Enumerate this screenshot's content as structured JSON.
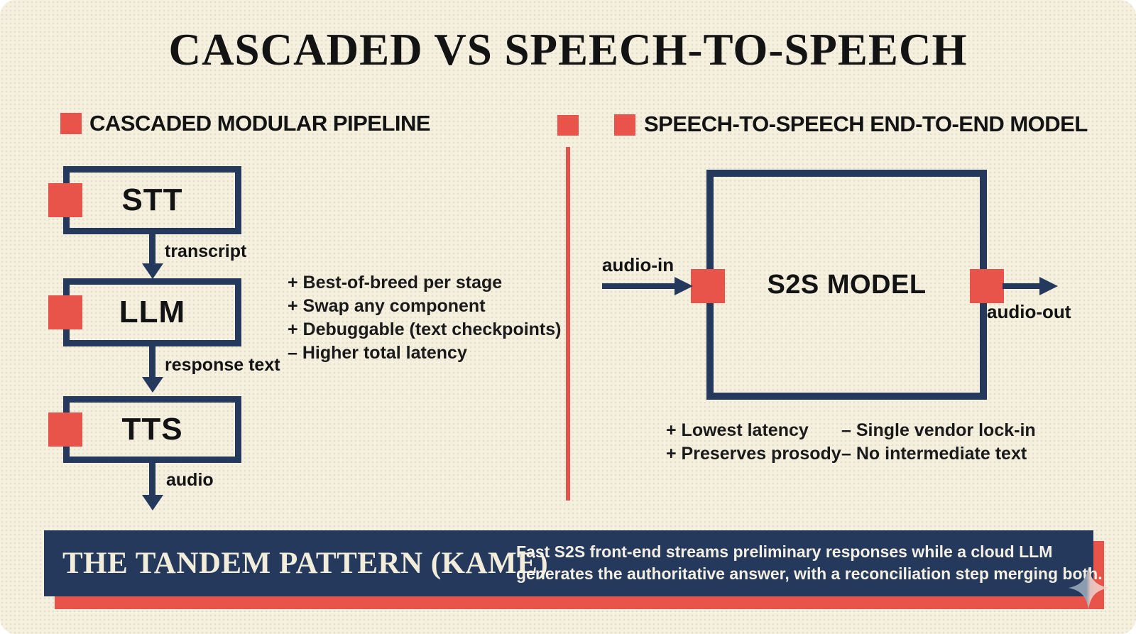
{
  "title": "CASCADED VS SPEECH-TO-SPEECH",
  "colors": {
    "accent_red": "#e8544a",
    "navy": "#24395b",
    "background_cream": "#f5f0e0",
    "banner_text_cream": "#f2edda"
  },
  "left": {
    "header": "CASCADED MODULAR PIPELINE",
    "stages": [
      {
        "label": "STT"
      },
      {
        "label": "LLM"
      },
      {
        "label": "TTS"
      }
    ],
    "flow": [
      "transcript",
      "response text",
      "audio"
    ],
    "bullets": [
      "+ Best-of-breed per stage",
      "+ Swap any component",
      "+ Debuggable (text checkpoints)",
      "– Higher total latency"
    ]
  },
  "right": {
    "header": "SPEECH-TO-SPEECH END-TO-END MODEL",
    "model_label": "S2S MODEL",
    "input_label": "audio-in",
    "output_label": "audio-out",
    "pros": [
      "+ Lowest latency",
      "+ Preserves prosody"
    ],
    "cons": [
      "– Single vendor lock-in",
      "– No intermediate text"
    ]
  },
  "footer": {
    "heading": "THE TANDEM PATTERN (KAME)",
    "line1": "Fast S2S front-end streams preliminary responses while a cloud LLM",
    "line2": "generates the authoritative answer, with a reconciliation step merging both."
  }
}
